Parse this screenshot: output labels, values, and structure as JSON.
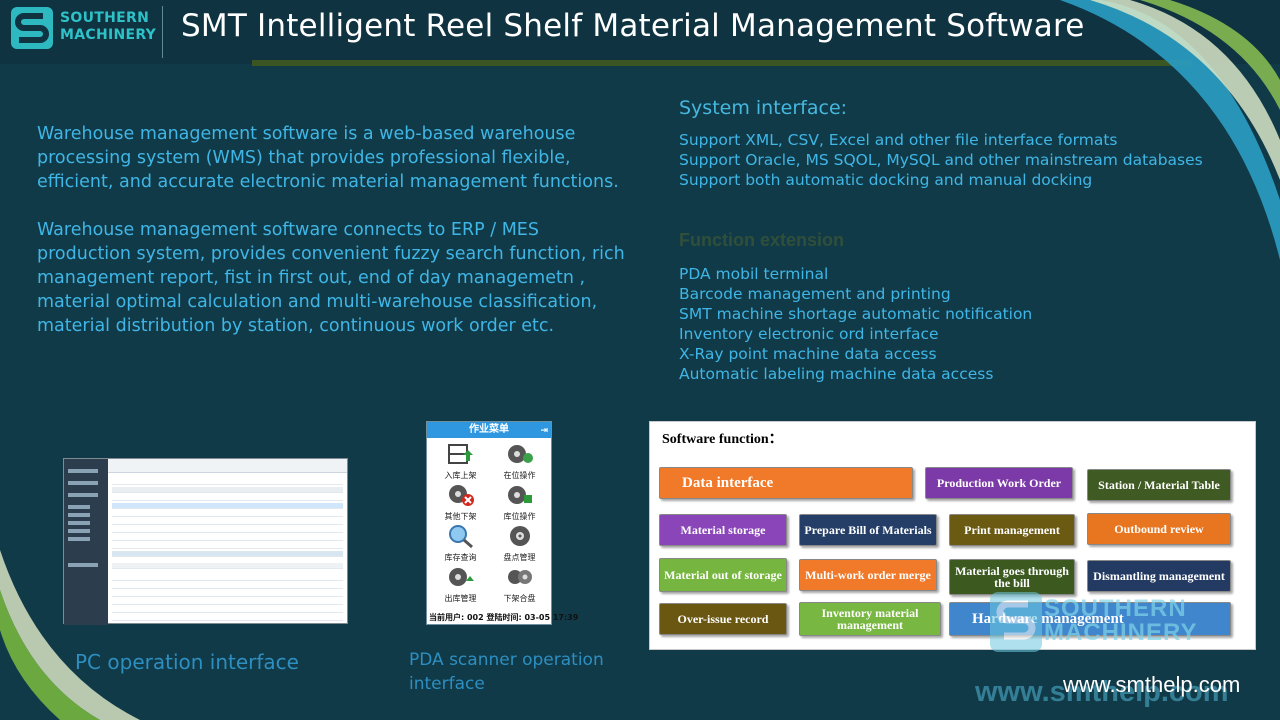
{
  "header": {
    "logo_line1": "SOUTHERN",
    "logo_line2": "MACHINERY",
    "title": "SMT Intelligent Reel Shelf Material Management Software"
  },
  "intro": {
    "paragraph1": "Warehouse management software is a web-based warehouse processing system (WMS) that provides professional flexible, efficient, and accurate electronic material management functions.",
    "paragraph2": "Warehouse management software connects to ERP / MES production system, provides convenient fuzzy search function, rich management report, fist in first out, end of day managemetn , material optimal calculation and multi-warehouse classification, material distribution by station, continuous work order etc."
  },
  "system_interface": {
    "heading": "System interface:",
    "items": [
      "Support XML, CSV, Excel and other file interface formats",
      "Support Oracle, MS SQOL, MySQL and other mainstream databases",
      "Support both automatic docking and manual docking"
    ]
  },
  "function_extension": {
    "heading": "Function extension",
    "items": [
      "PDA mobil terminal",
      "Barcode management and printing",
      "SMT machine shortage automatic notification",
      "Inventory electronic ord interface",
      "X-Ray point machine data access",
      "Automatic labeling machine data access"
    ]
  },
  "pc_screenshot": {
    "caption": "PC operation interface"
  },
  "pda_screenshot": {
    "header": "作业菜单",
    "items": [
      {
        "label": "入库上架",
        "icon": "reel-shelf-in-icon"
      },
      {
        "label": "在位操作",
        "icon": "reel-ops-icon"
      },
      {
        "label": "其他下架",
        "icon": "reel-remove-icon"
      },
      {
        "label": "库位操作",
        "icon": "reel-location-icon"
      },
      {
        "label": "库存查询",
        "icon": "magnifier-icon"
      },
      {
        "label": "盘点管理",
        "icon": "reel-stocktake-icon"
      },
      {
        "label": "出库管理",
        "icon": "reel-out-icon"
      },
      {
        "label": "下架合盘",
        "icon": "reel-merge-icon"
      }
    ],
    "status": "当前用户: 002  登陆时间: 03-05 17:39",
    "caption": "PDA scanner operation interface"
  },
  "software_function": {
    "title": "Software function：",
    "modules": [
      {
        "label": "Data interface",
        "color": "#f07a2a"
      },
      {
        "label": "Production Work Order",
        "color": "#7c3aa8"
      },
      {
        "label": "Station / Material Table",
        "color": "#3f5a22"
      },
      {
        "label": "Material storage",
        "color": "#8a45b8"
      },
      {
        "label": "Prepare Bill of Materials",
        "color": "#243e68"
      },
      {
        "label": "Print management",
        "color": "#6b5a12"
      },
      {
        "label": "Outbound review",
        "color": "#e8751f"
      },
      {
        "label": "Material out of storage",
        "color": "#76b53f"
      },
      {
        "label": "Multi-work order merge",
        "color": "#f07a2a"
      },
      {
        "label": "Material goes through the bill",
        "color": "#3c5a20"
      },
      {
        "label": "Dismantling management",
        "color": "#233b63"
      },
      {
        "label": "Over-issue record",
        "color": "#6a5812"
      },
      {
        "label": "Inventory material management",
        "color": "#78b842"
      },
      {
        "label": "Hardware management",
        "color": "#3f86cc"
      }
    ],
    "watermark_line1": "SOUTHERN",
    "watermark_line2": "MACHINERY"
  },
  "footer": {
    "url": "www.smthelp.com"
  }
}
